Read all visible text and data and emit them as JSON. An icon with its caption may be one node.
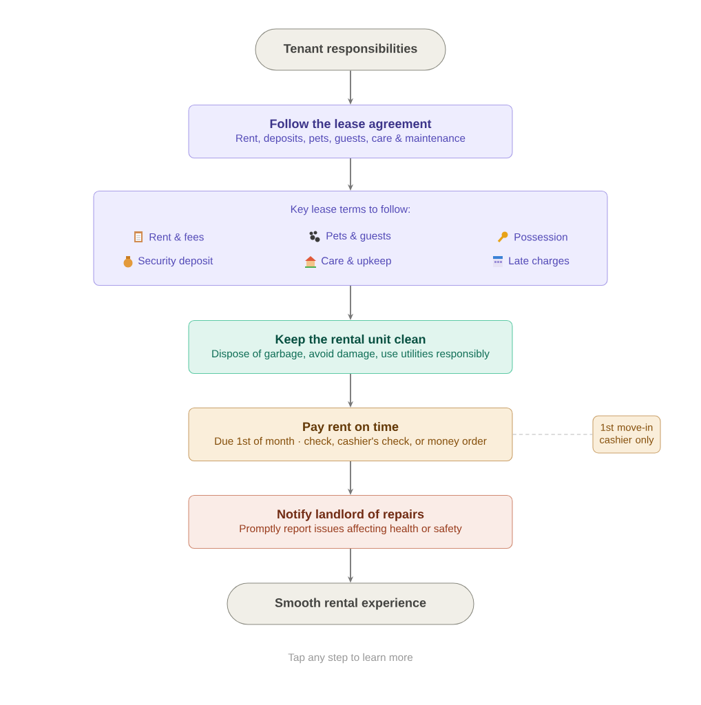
{
  "diagram": {
    "nodes": [
      {
        "text": [
          "Tenant responsibilities"
        ]
      },
      {
        "text": [
          "Follow the lease agreement",
          "Rent, deposits, pets, guests, care & maintenance"
        ]
      },
      {
        "text": [
          "Key lease terms to follow:",
          "Rent & fees",
          "Pets & guests",
          "Possession",
          "Security deposit",
          "Care & upkeep",
          "Late charges"
        ]
      },
      {
        "text": [
          "Keep the rental unit clean",
          "Dispose of garbage, avoid damage, use utilities responsibly"
        ]
      },
      {
        "text": [
          "Pay rent on time",
          "Due 1st of month · check, cashier's check, or money order"
        ]
      },
      {
        "text": [
          "Notify landlord of repairs",
          "Promptly report issues affecting health or safety"
        ]
      },
      {
        "text": [
          "Smooth rental experience"
        ]
      },
      {
        "text": [
          "1st move-in cashier only"
        ]
      }
    ],
    "edges": [
      {
        "from": 0,
        "to": 1,
        "arrow": "to"
      },
      {
        "from": 1,
        "to": 2,
        "arrow": "to"
      },
      {
        "from": 2,
        "to": 3,
        "arrow": "to"
      },
      {
        "from": 3,
        "to": 4,
        "arrow": "to"
      },
      {
        "from": 4,
        "to": 5,
        "arrow": "to"
      },
      {
        "from": 5,
        "to": 6,
        "arrow": "to"
      },
      {
        "from": 4,
        "to": 7,
        "arrow": "none",
        "style": "dashed",
        "color": "#bbbbbb"
      }
    ],
    "labels": [
      "Tap any step to learn more"
    ]
  }
}
